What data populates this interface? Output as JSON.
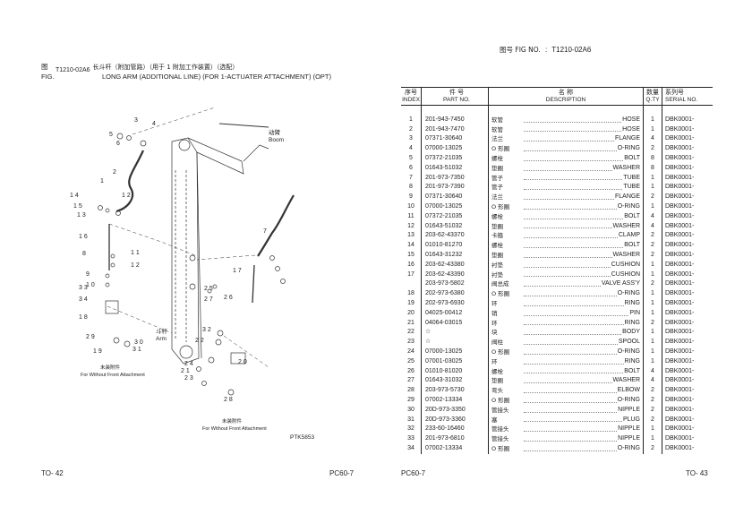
{
  "left_page": {
    "fig_label_cn": "图",
    "fig_label_en": "FIG.",
    "fig_code": "T1210-02A6",
    "title_cn": "长斗杆（附加管路）（用于 1 附加工作装置）（选配）",
    "title_en": "LONG ARM (ADDITIONAL LINE) (FOR 1-ACTUATER ATTACHMENT) (OPT)",
    "page_left": "TO- 42",
    "page_right": "PC60-7",
    "diagram": {
      "label_boom_cn": "动臂",
      "label_boom_en": "Boom",
      "label_arm_cn": "斗杆",
      "label_arm_en": "Arm",
      "note1_cn": "未装附件",
      "note1_en": "For Without Front Attachment",
      "note2_cn": "未装附件",
      "note2_en": "For Without Front Attachment",
      "ref_code": "PTK5853",
      "callouts": [
        "5",
        "3",
        "4",
        "6",
        "2",
        "1",
        "14",
        "15",
        "13",
        "16",
        "12",
        "8",
        "11",
        "12",
        "9",
        "10",
        "33",
        "34",
        "18",
        "29",
        "30",
        "31",
        "19",
        "17",
        "7",
        "26",
        "25",
        "27",
        "32",
        "22",
        "24",
        "21",
        "23",
        "20",
        "28"
      ]
    }
  },
  "right_page": {
    "fig_no_label": "图号 FIG NO.",
    "fig_no_value": "T1210-02A6",
    "headers": {
      "index_cn": "序号",
      "index_en": "INDEX",
      "part_cn": "件 号",
      "part_en": "PART NO.",
      "desc_cn": "名 称",
      "desc_en": "DESCRIPTION",
      "qty_cn": "数量",
      "qty_en": "Q.TY",
      "serial_cn": "系列号",
      "serial_en": "SERIAL NO."
    },
    "rows": [
      {
        "idx": "1",
        "part": "201-943-7450",
        "cn": "软管",
        "en": "HOSE",
        "qty": "1",
        "ser": "DBK0001-"
      },
      {
        "idx": "2",
        "part": "201-943-7470",
        "cn": "软管",
        "en": "HOSE",
        "qty": "1",
        "ser": "DBK0001-"
      },
      {
        "idx": "3",
        "part": "07371-30640",
        "cn": "法兰",
        "en": "FLANGE",
        "qty": "4",
        "ser": "DBK0001-"
      },
      {
        "idx": "4",
        "part": "07000-13025",
        "cn": "O 形圈",
        "en": "O-RING",
        "qty": "2",
        "ser": "DBK0001-"
      },
      {
        "idx": "5",
        "part": "07372-21035",
        "cn": "螺栓",
        "en": "BOLT",
        "qty": "8",
        "ser": "DBK0001-"
      },
      {
        "idx": "6",
        "part": "01643-51032",
        "cn": "垫圈",
        "en": "WASHER",
        "qty": "8",
        "ser": "DBK0001-"
      },
      {
        "idx": "7",
        "part": "201-973-7350",
        "cn": "管子",
        "en": "TUBE",
        "qty": "1",
        "ser": "DBK0001-"
      },
      {
        "idx": "8",
        "part": "201-973-7390",
        "cn": "管子",
        "en": "TUBE",
        "qty": "1",
        "ser": "DBK0001-"
      },
      {
        "idx": "9",
        "part": "07371-30640",
        "cn": "法兰",
        "en": "FLANGE",
        "qty": "2",
        "ser": "DBK0001-"
      },
      {
        "idx": "10",
        "part": "07000-13025",
        "cn": "O 形圈",
        "en": "O-RING",
        "qty": "1",
        "ser": "DBK0001-"
      },
      {
        "idx": "11",
        "part": "07372-21035",
        "cn": "螺栓",
        "en": "BOLT",
        "qty": "4",
        "ser": "DBK0001-"
      },
      {
        "idx": "12",
        "part": "01643-51032",
        "cn": "垫圈",
        "en": "WASHER",
        "qty": "4",
        "ser": "DBK0001-"
      },
      {
        "idx": "13",
        "part": "203-62-43370",
        "cn": "卡箍",
        "en": "CLAMP",
        "qty": "2",
        "ser": "DBK0001-"
      },
      {
        "idx": "14",
        "part": "01010-81270",
        "cn": "螺栓",
        "en": "BOLT",
        "qty": "2",
        "ser": "DBK0001-"
      },
      {
        "idx": "15",
        "part": "01643-31232",
        "cn": "垫圈",
        "en": "WASHER",
        "qty": "2",
        "ser": "DBK0001-"
      },
      {
        "idx": "16",
        "part": "203-62-43380",
        "cn": "衬垫",
        "en": "CUSHION",
        "qty": "1",
        "ser": "DBK0001-"
      },
      {
        "idx": "17",
        "part": "203-62-43390",
        "cn": "衬垫",
        "en": "CUSHION",
        "qty": "1",
        "ser": "DBK0001-"
      },
      {
        "idx": "",
        "part": "203-973-5802",
        "cn": "阀总成",
        "en": "VALVE ASS'Y",
        "qty": "2",
        "ser": "DBK0001-"
      },
      {
        "idx": "18",
        "part": "202-973-6380",
        "cn": "O 形圈",
        "en": "O-RING",
        "qty": "1",
        "ser": "DBK0001-"
      },
      {
        "idx": "19",
        "part": "202-973-6930",
        "cn": "环",
        "en": "RING",
        "qty": "1",
        "ser": "DBK0001-"
      },
      {
        "idx": "20",
        "part": "04025-00412",
        "cn": "销",
        "en": "PIN",
        "qty": "1",
        "ser": "DBK0001-"
      },
      {
        "idx": "21",
        "part": "04064-03015",
        "cn": "环",
        "en": "RING",
        "qty": "2",
        "ser": "DBK0001-"
      },
      {
        "idx": "22",
        "part": "☆",
        "cn": "块",
        "en": "BODY",
        "qty": "1",
        "ser": "DBK0001-"
      },
      {
        "idx": "23",
        "part": "☆",
        "cn": "阀柱",
        "en": "SPOOL",
        "qty": "1",
        "ser": "DBK0001-"
      },
      {
        "idx": "24",
        "part": "07000-13025",
        "cn": "O 形圈",
        "en": "O-RING",
        "qty": "1",
        "ser": "DBK0001-"
      },
      {
        "idx": "25",
        "part": "07001-03025",
        "cn": "环",
        "en": "RING",
        "qty": "1",
        "ser": "DBK0001-"
      },
      {
        "idx": "26",
        "part": "01010-81020",
        "cn": "螺栓",
        "en": "BOLT",
        "qty": "4",
        "ser": "DBK0001-"
      },
      {
        "idx": "27",
        "part": "01643-31032",
        "cn": "垫圈",
        "en": "WASHER",
        "qty": "4",
        "ser": "DBK0001-"
      },
      {
        "idx": "28",
        "part": "203-973-5730",
        "cn": "弯头",
        "en": "ELBOW",
        "qty": "2",
        "ser": "DBK0001-"
      },
      {
        "idx": "29",
        "part": "07002-13334",
        "cn": "O 形圈",
        "en": "O-RING",
        "qty": "2",
        "ser": "DBK0001-"
      },
      {
        "idx": "30",
        "part": "20D-973-3350",
        "cn": "管接头",
        "en": "NIPPLE",
        "qty": "2",
        "ser": "DBK0001-"
      },
      {
        "idx": "31",
        "part": "20D-973-3360",
        "cn": "塞",
        "en": "PLUG",
        "qty": "2",
        "ser": "DBK0001-"
      },
      {
        "idx": "32",
        "part": "233-60-16460",
        "cn": "管接头",
        "en": "NIPPLE",
        "qty": "1",
        "ser": "DBK0001-"
      },
      {
        "idx": "33",
        "part": "201-973-6810",
        "cn": "管接头",
        "en": "NIPPLE",
        "qty": "1",
        "ser": "DBK0001-"
      },
      {
        "idx": "34",
        "part": "07002-13334",
        "cn": "O 形圈",
        "en": "O-RING",
        "qty": "2",
        "ser": "DBK0001-"
      }
    ],
    "page_left": "PC60-7",
    "page_right": "TO- 43"
  }
}
